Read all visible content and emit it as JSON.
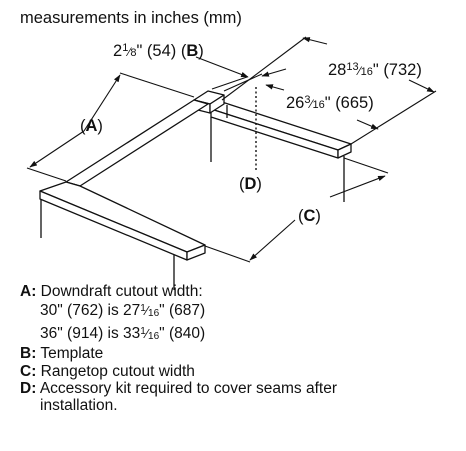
{
  "header": "measurements in inches (mm)",
  "dimensions": {
    "b": {
      "whole": "2",
      "num": "1",
      "den": "8",
      "rest": "\" (54) (",
      "letter": "B",
      "close": ")"
    },
    "overall": {
      "whole": "28",
      "num": "13",
      "den": "16",
      "rest": "\" (732)"
    },
    "inner": {
      "whole": "26",
      "num": "3",
      "den": "16",
      "rest": "\" (665)"
    },
    "a": {
      "open": "(",
      "letter": "A",
      "close": ")"
    },
    "c": {
      "open": "(",
      "letter": "C",
      "close": ")"
    },
    "d": {
      "open": "(",
      "letter": "D",
      "close": ")"
    }
  },
  "legend": {
    "a_key": "A:",
    "a_text": "Downdraft cutout width:",
    "a_line2_pre": "30\" (762) is 27",
    "a_line2_num": "1",
    "a_line2_den": "16",
    "a_line2_post": "\" (687)",
    "a_line3_pre": "36\" (914) is 33",
    "a_line3_num": "1",
    "a_line3_den": "16",
    "a_line3_post": "\" (840)",
    "b_key": "B:",
    "b_text": "Template",
    "c_key": "C:",
    "c_text": "Rangetop cutout width",
    "d_key": "D:",
    "d_text": "Accessory kit required to cover seams after",
    "d_text2": "installation."
  }
}
